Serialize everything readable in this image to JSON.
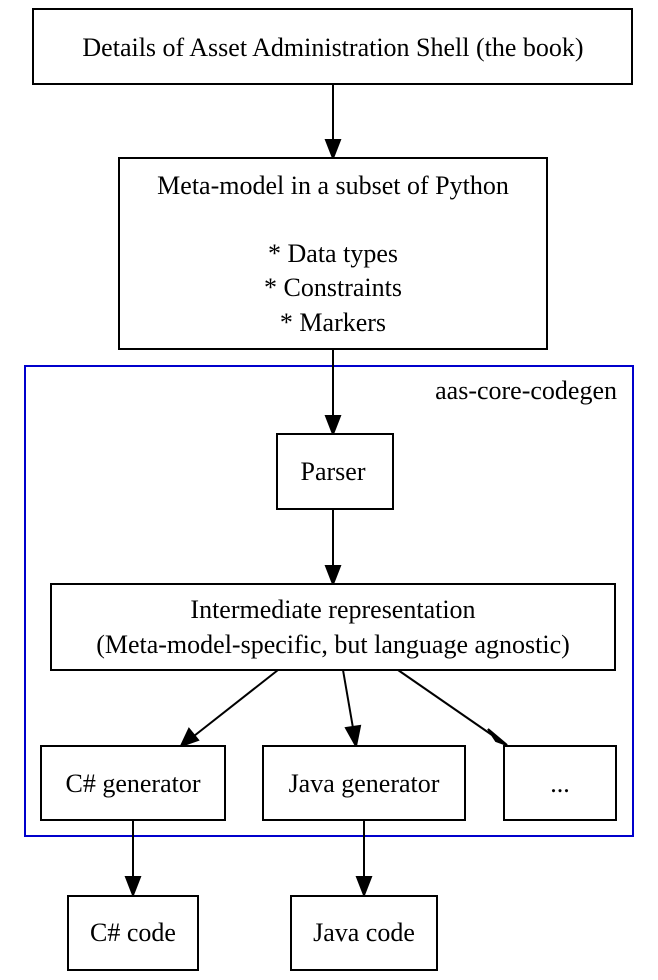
{
  "colors": {
    "node_border": "#000000",
    "cluster_border": "#0000cc",
    "edge": "#000000",
    "text": "#000000",
    "background": "#ffffff"
  },
  "cluster": {
    "label": "aas-core-codegen"
  },
  "nodes": {
    "book": {
      "lines": [
        "Details of Asset Administration Shell (the book)"
      ]
    },
    "metamodel": {
      "lines": [
        "Meta-model in a subset of Python",
        "",
        "* Data types",
        "* Constraints",
        "* Markers"
      ]
    },
    "parser": {
      "lines": [
        "Parser"
      ]
    },
    "ir": {
      "lines": [
        "Intermediate representation",
        "(Meta-model-specific, but language agnostic)"
      ]
    },
    "csharp_generator": {
      "lines": [
        "C# generator"
      ]
    },
    "java_generator": {
      "lines": [
        "Java generator"
      ]
    },
    "other_generators": {
      "lines": [
        "..."
      ]
    },
    "csharp_code": {
      "lines": [
        "C# code"
      ]
    },
    "java_code": {
      "lines": [
        "Java code"
      ]
    }
  },
  "edges": [
    {
      "from": "book",
      "to": "metamodel"
    },
    {
      "from": "metamodel",
      "to": "parser"
    },
    {
      "from": "parser",
      "to": "ir"
    },
    {
      "from": "ir",
      "to": "csharp_generator"
    },
    {
      "from": "ir",
      "to": "java_generator"
    },
    {
      "from": "ir",
      "to": "other_generators"
    },
    {
      "from": "csharp_generator",
      "to": "csharp_code"
    },
    {
      "from": "java_generator",
      "to": "java_code"
    }
  ]
}
